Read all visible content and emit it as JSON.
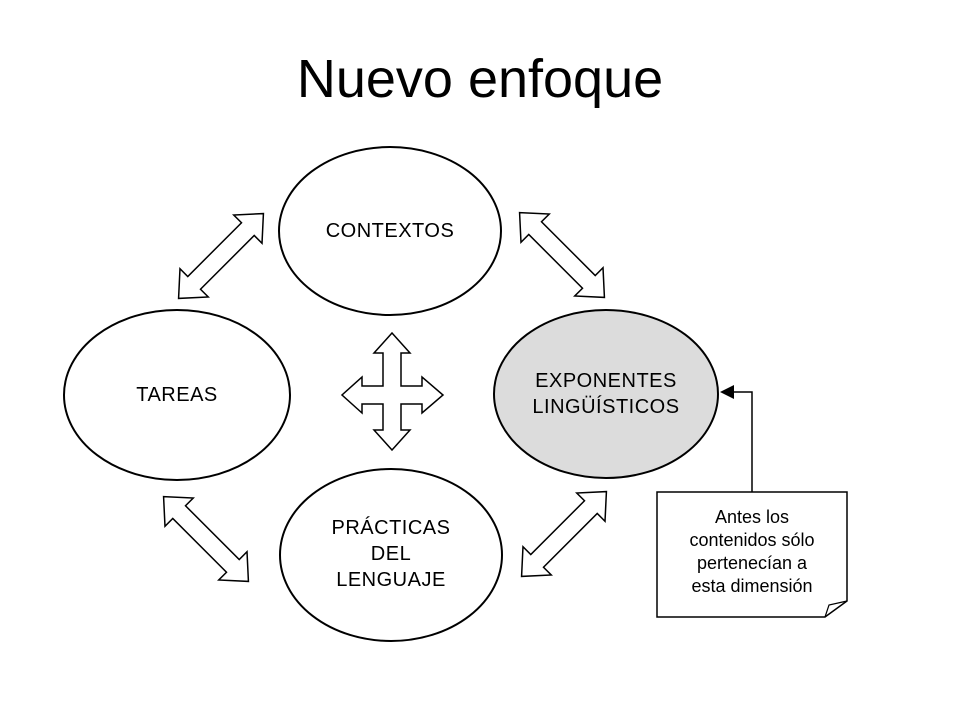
{
  "title": "Nuevo enfoque",
  "nodes": {
    "contextos": "CONTEXTOS",
    "tareas": "TAREAS",
    "exponentes": [
      "EXPONENTES",
      "LINGÜÍSTICOS"
    ],
    "practicas": [
      "PRÁCTICAS",
      "DEL",
      "LENGUAJE"
    ]
  },
  "note": {
    "lines": [
      "Antes los",
      "contenidos sólo",
      "pertenecían a",
      "esta dimensión"
    ]
  },
  "colors": {
    "highlight_fill": "#dcdcdc",
    "stroke": "#000000"
  }
}
